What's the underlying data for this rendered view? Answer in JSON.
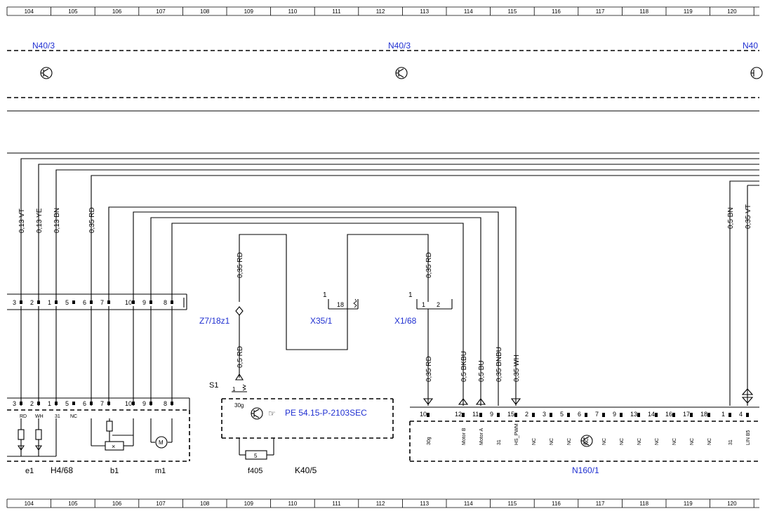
{
  "grid_labels": [
    "104",
    "105",
    "106",
    "107",
    "108",
    "109",
    "110",
    "111",
    "112",
    "113",
    "114",
    "115",
    "116",
    "117",
    "118",
    "119",
    "120"
  ],
  "top_modules": [
    "N40/3",
    "N40/3",
    "N40"
  ],
  "wire_labels": {
    "w1": "0,13 VT",
    "w2": "0,13 YE",
    "w3": "0,13 BN",
    "w4": "0,35 RD",
    "w5": "0,35 RD",
    "w6": "0,5 RD",
    "w7": "0,35 RD",
    "w8": "0,35 RD",
    "w9": "0,5 BKBU",
    "w10": "0,5 BU",
    "w11": "0,35 BNBU",
    "w12": "0,35 WH",
    "w13": "0,5 BN",
    "w14": "0,35 VT"
  },
  "upper_connector_pins": [
    "3",
    "2",
    "1",
    "5",
    "6",
    "7",
    "10",
    "9",
    "8"
  ],
  "lower_connector_pins": [
    "3",
    "2",
    "1",
    "5",
    "6",
    "7",
    "10",
    "9",
    "8"
  ],
  "lower_pin_tags": [
    "RD",
    "WH",
    "31",
    "NC"
  ],
  "components": {
    "z7": "Z7/18z1",
    "x35": "X35/1",
    "x1": "X1/68",
    "x35_pin_a": "1",
    "x35_pin_b": "18",
    "x1_pin_a": "1",
    "x1_pin_b": "1",
    "x1_pin_c": "2",
    "s1": "S1",
    "s1_pin": "1",
    "k40_pin": "30g",
    "fuse_value": "5",
    "fuse_name": "f405",
    "k40": "K40/5",
    "ref": "PE 54.15-P-2103SEC",
    "e1": "e1",
    "h4": "H4/68",
    "b1": "b1",
    "m1": "m1",
    "n160": "N160/1"
  },
  "n160_pins": [
    "10",
    "12",
    "11",
    "9",
    "15",
    "2",
    "3",
    "5",
    "6",
    "7",
    "9",
    "13",
    "14",
    "16",
    "17",
    "18",
    "1",
    "4"
  ],
  "n160_tags": [
    "30g",
    "Motor B",
    "Motor A",
    "31",
    "HS_PWM",
    "NC",
    "NC",
    "NC",
    "NC",
    "NC",
    "NC",
    "NC",
    "NC",
    "NC",
    "NC",
    "NC",
    "31",
    "LIN B5"
  ],
  "colors": {
    "text": "#000000",
    "label_blue": "#1f2fd1",
    "background": "#ffffff"
  }
}
